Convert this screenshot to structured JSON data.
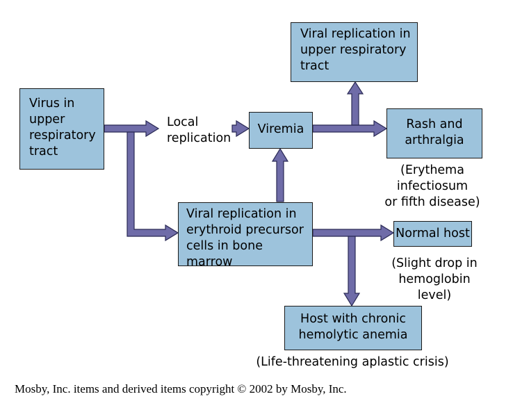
{
  "nodes": {
    "virus": "Virus in\nupper\nrespiratory\ntract",
    "local_replication": "Local\nreplication",
    "viremia": "Viremia",
    "upper_tract_replication": "Viral replication in\nupper respiratory\ntract",
    "rash": "Rash and\narthralgia",
    "rash_note": "(Erythema infectiosum\nor fifth disease)",
    "marrow": "Viral replication in\nerythroid precursor\ncells in bone marrow",
    "normal_host": "Normal host",
    "normal_note": "(Slight drop in\nhemoglobin level)",
    "chronic_host": "Host with chronic\nhemolytic anemia",
    "chronic_note": "(Life-threatening aplastic crisis)"
  },
  "footer": "Mosby, Inc. items and derived items copyright © 2002 by Mosby, Inc.",
  "colors": {
    "box_fill": "#9dc3dc",
    "arrow_fill": "#6f6ca8",
    "arrow_stroke": "#2a2a55"
  }
}
